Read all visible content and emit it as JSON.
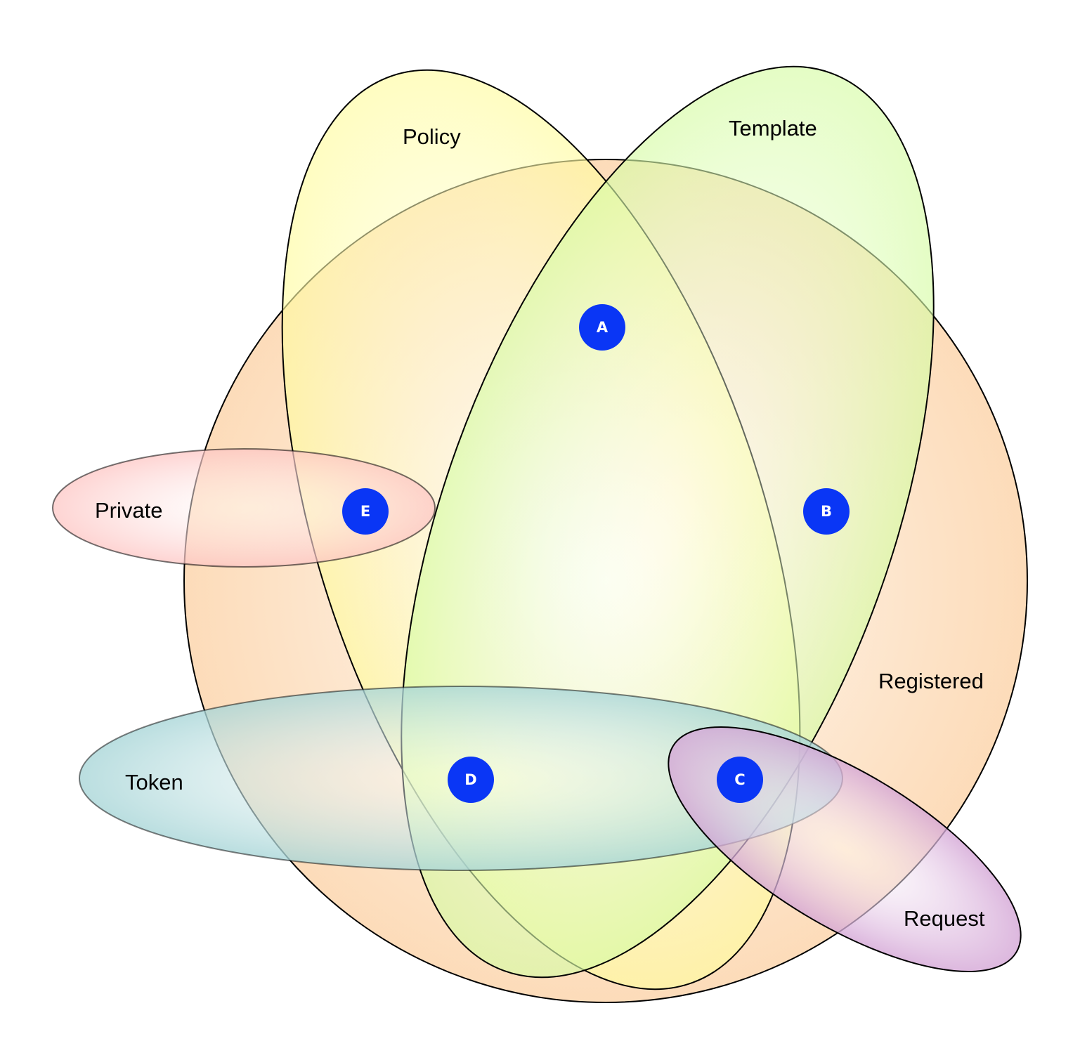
{
  "sets": [
    {
      "id": "registered",
      "label": "Registered",
      "color": "#fcd3a8"
    },
    {
      "id": "policy",
      "label": "Policy",
      "color": "#fffca0"
    },
    {
      "id": "template",
      "label": "Template",
      "color": "#d6fca5"
    },
    {
      "id": "private",
      "label": "Private",
      "color": "#fdc6c4"
    },
    {
      "id": "token",
      "label": "Token",
      "color": "#a9d6d8"
    },
    {
      "id": "request",
      "label": "Request",
      "color": "#d4a6d6"
    }
  ],
  "markers": [
    {
      "id": "a",
      "label": "A",
      "color": "#0a36f5"
    },
    {
      "id": "b",
      "label": "B",
      "color": "#0a36f5"
    },
    {
      "id": "c",
      "label": "C",
      "color": "#0a36f5"
    },
    {
      "id": "d",
      "label": "D",
      "color": "#0a36f5"
    },
    {
      "id": "e",
      "label": "E",
      "color": "#0a36f5"
    }
  ]
}
